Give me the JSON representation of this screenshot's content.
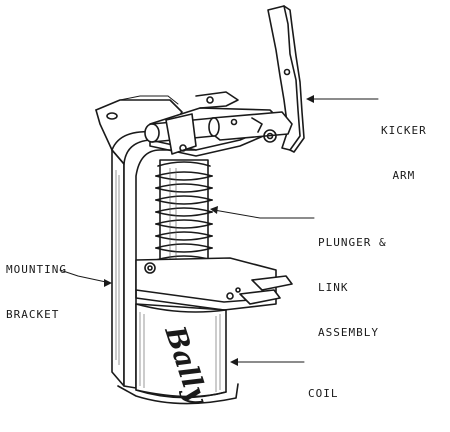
{
  "labels": {
    "kicker_arm": [
      "KICKER",
      "ARM"
    ],
    "plunger": [
      "PLUNGER &",
      "LINK",
      "ASSEMBLY"
    ],
    "mounting_bracket": [
      "MOUNTING",
      "BRACKET"
    ],
    "coil": [
      "COIL"
    ]
  },
  "logo_text": "Bally",
  "colors": {
    "ink": "#1a1a1a",
    "background": "#ffffff"
  }
}
